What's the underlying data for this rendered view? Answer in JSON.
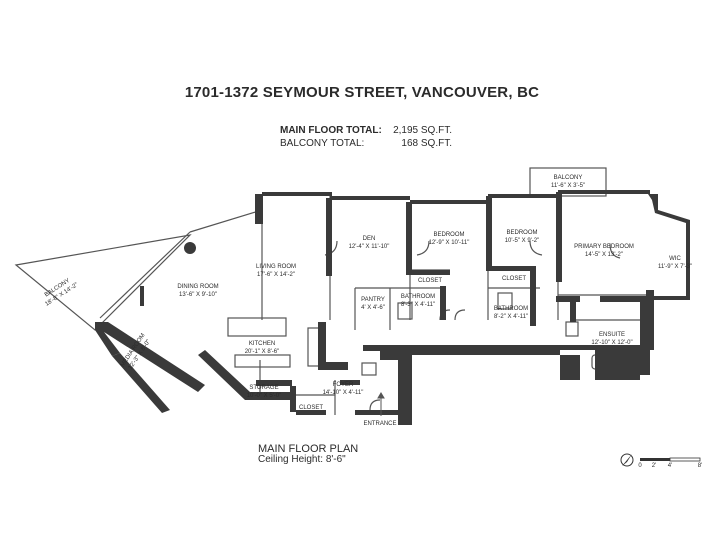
{
  "title": "1701-1372 SEYMOUR STREET, VANCOUVER, BC",
  "totals": [
    {
      "label": "MAIN FLOOR TOTAL:",
      "value": "2,195 SQ.FT."
    },
    {
      "label": "BALCONY TOTAL:",
      "value": "168 SQ.FT."
    }
  ],
  "plan_title": "MAIN FLOOR PLAN",
  "ceiling": "Ceiling Height: 8'-6\"",
  "rooms": {
    "balcony_west": {
      "name": "BALCONY",
      "dims": "18'-8\" X 14'-2\""
    },
    "dining": {
      "name": "DINING ROOM",
      "dims": "13'-6\" X 9'-10\""
    },
    "living": {
      "name": "LIVING ROOM",
      "dims": "17'-6\" X 14'-2\""
    },
    "den": {
      "name": "DEN",
      "dims": "12'-4\" X 11'-10\""
    },
    "bedroom1": {
      "name": "BEDROOM",
      "dims": "12'-9\" X 10'-11\""
    },
    "bedroom2": {
      "name": "BEDROOM",
      "dims": "10'-5\" X 9'-2\""
    },
    "primary": {
      "name": "PRIMARY BEDROOM",
      "dims": "14'-5\" X 13'-2\""
    },
    "balcony_north": {
      "name": "BALCONY",
      "dims": "11'-6\" X 3'-5\""
    },
    "wic": {
      "name": "WIC",
      "dims": "11'-9\" X 7'-3\""
    },
    "media": {
      "name": "MEDIA ROOM",
      "dims": "12'-3\" X 8'-0\""
    },
    "kitchen": {
      "name": "KITCHEN",
      "dims": "20'-1\" X 8'-6\""
    },
    "pantry": {
      "name": "PANTRY",
      "dims": "4' X 4'-6\""
    },
    "bathroom1": {
      "name": "BATHROOM",
      "dims": "8'-3\" X 4'-11\""
    },
    "bathroom2": {
      "name": "BATHROOM",
      "dims": "8'-2\" X 4'-11\""
    },
    "closet1": {
      "name": "CLOSET"
    },
    "closet2": {
      "name": "CLOSET"
    },
    "closet3": {
      "name": "CLOSET"
    },
    "ensuite": {
      "name": "ENSUITE",
      "dims": "12'-10\" X 12'-0\""
    },
    "storage": {
      "name": "STORAGE",
      "dims": "10'-0\" X 5'-0\""
    },
    "foyer": {
      "name": "FOYER",
      "dims": "14'-10\" X 4'-11\""
    },
    "entrance": {
      "name": "ENTRANCE"
    }
  },
  "scale": {
    "ticks": [
      "0",
      "2'",
      "4'",
      "8'"
    ]
  },
  "colors": {
    "wall": "#3a3a3a",
    "text": "#2b2b2b",
    "line": "#555555"
  },
  "icons": {
    "compass": "north-arrow-icon"
  }
}
